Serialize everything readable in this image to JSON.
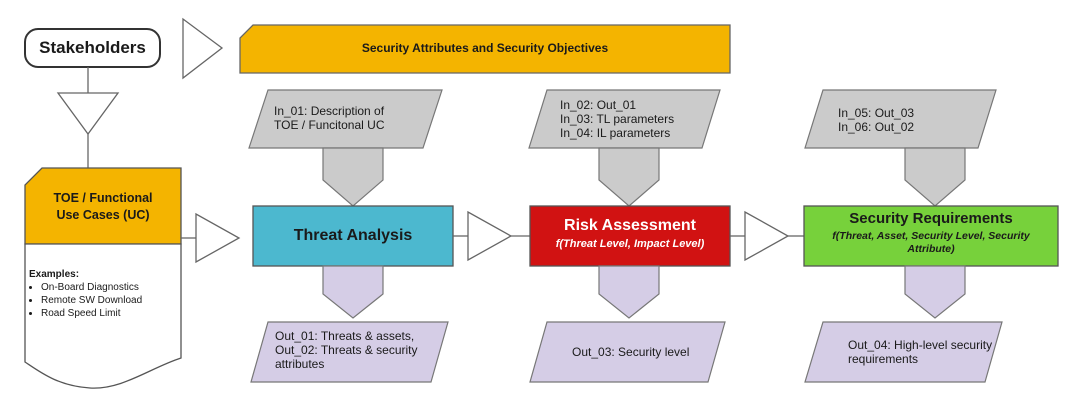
{
  "stakeholders": "Stakeholders",
  "security_attributes": "Security Attributes and Security Objectives",
  "toe": {
    "title_line1": "TOE / Functional",
    "title_line2": "Use Cases (UC)",
    "examples_title": "Examples:",
    "examples": [
      "On-Board Diagnostics",
      "Remote SW Download",
      "Road Speed Limit"
    ]
  },
  "threat_analysis": {
    "title": "Threat Analysis",
    "input_line1": "In_01: Description of",
    "input_line2": "TOE / Funcitonal UC",
    "output_line1": "Out_01: Threats & assets,",
    "output_line2": "Out_02: Threats & security",
    "output_line3": "attributes"
  },
  "risk_assessment": {
    "title": "Risk Assessment",
    "formula": "f(Threat Level, Impact Level)",
    "input_line1": "In_02: Out_01",
    "input_line2": "In_03: TL parameters",
    "input_line3": "In_04: IL parameters",
    "output_line1": "Out_03: Security level"
  },
  "security_requirements": {
    "title": "Security Requirements",
    "formula_line1": "f(Threat, Asset, Security Level, Security",
    "formula_line2": "Attribute)",
    "input_line1": "In_05: Out_03",
    "input_line2": "In_06: Out_02",
    "output_line1": "Out_04: High-level security",
    "output_line2": "requirements"
  },
  "colors": {
    "yellow": "#f4b400",
    "blue": "#4cb8cf",
    "red": "#d11212",
    "green": "#77d13b",
    "gray_input": "#cbcbcb",
    "lavender_output": "#d5cde6",
    "outline": "#4a4a4a"
  }
}
